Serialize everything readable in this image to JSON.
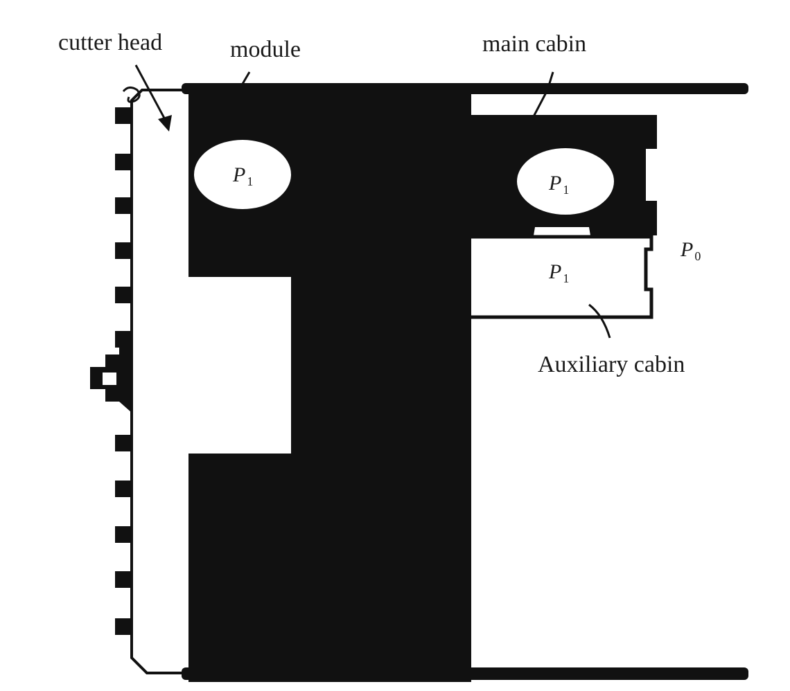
{
  "labels": {
    "cutter_head": "cutter head",
    "module": "module",
    "main_cabin": "main cabin",
    "auxiliary_cabin": "Auxiliary cabin"
  },
  "pressures": {
    "p1_symbol": "P",
    "p1_subscript": "1",
    "p0_symbol": "P",
    "p0_subscript": "0"
  },
  "colors": {
    "fill": "#111111",
    "background": "#ffffff"
  }
}
